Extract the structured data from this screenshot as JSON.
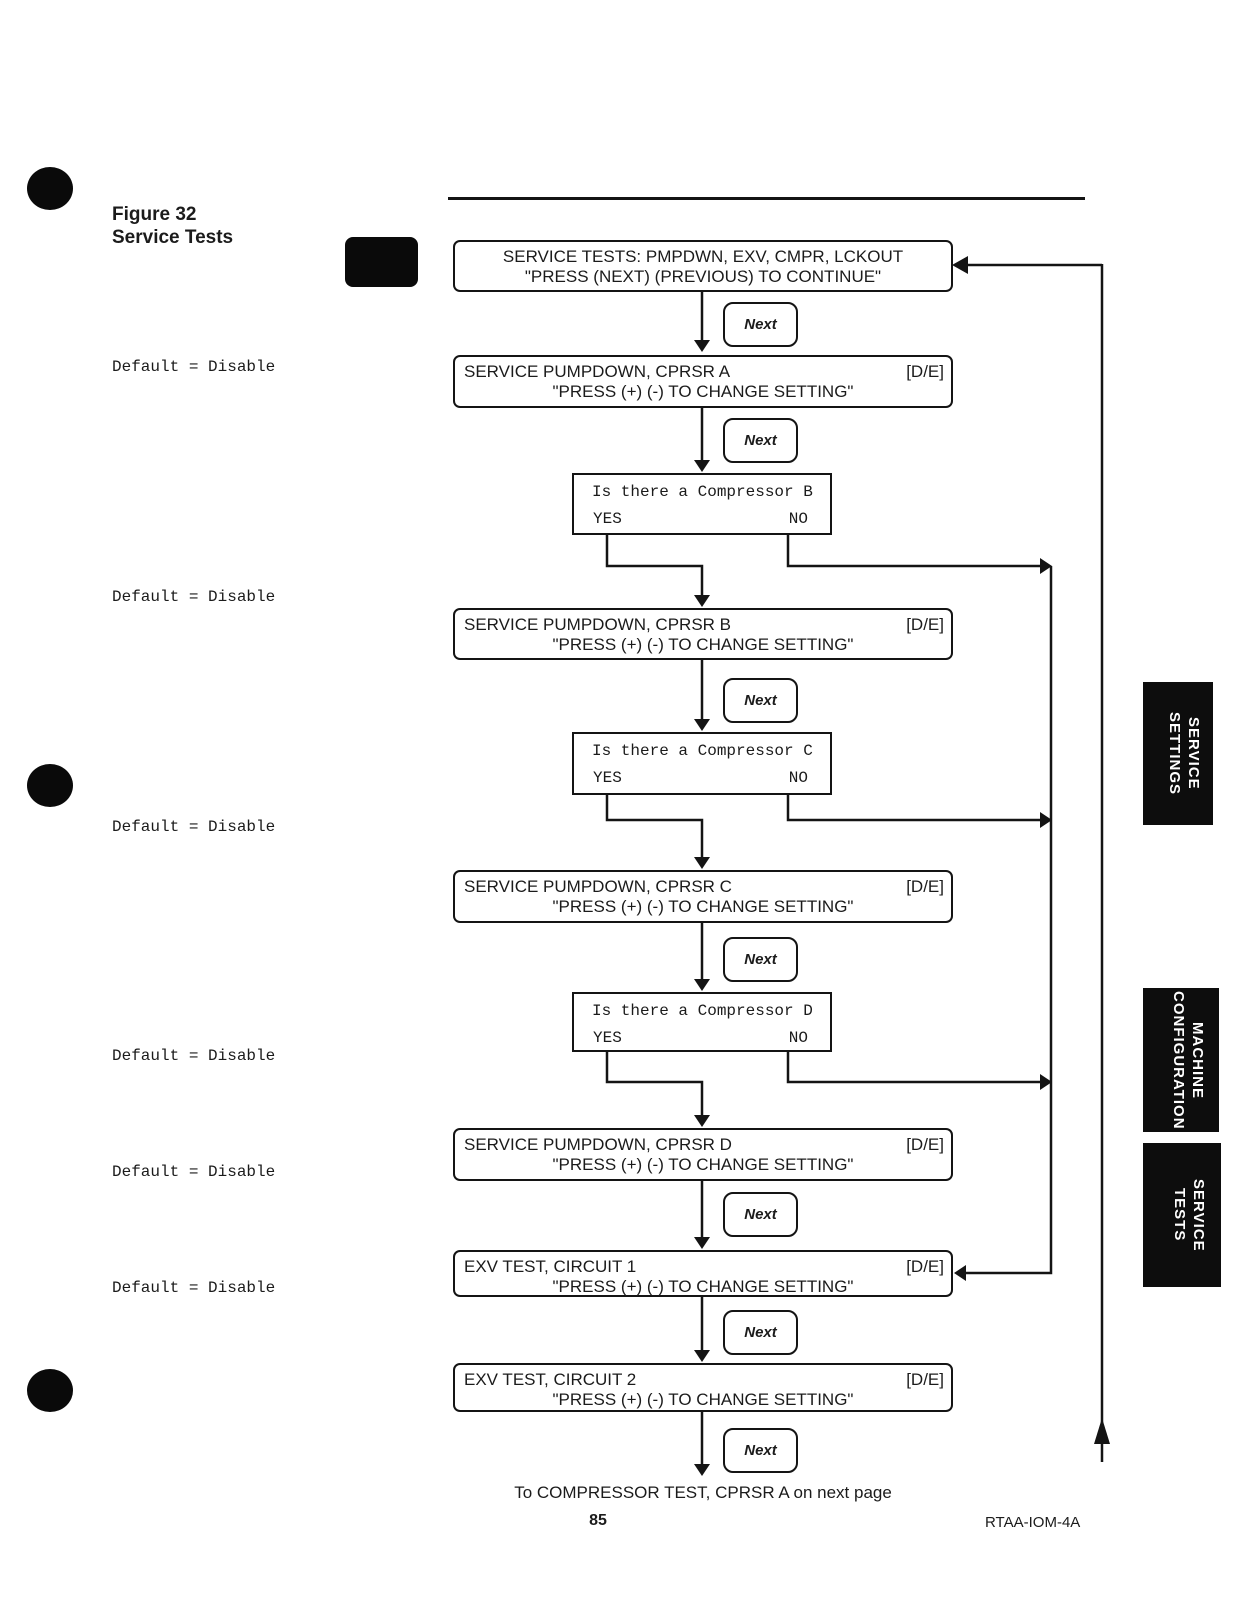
{
  "page": {
    "figure_label": "Figure 32",
    "figure_title": "Service Tests",
    "footer_note": "To COMPRESSOR TEST, CPRSR A on next page",
    "page_number": "85",
    "doc_code": "RTAA-IOM-4A"
  },
  "labels": {
    "default_disable": "Default = Disable",
    "next": "Next",
    "yes": "YES",
    "no": "NO",
    "de": "[D/E]"
  },
  "flow": {
    "start": {
      "line1": "SERVICE TESTS: PMPDWN, EXV, CMPR, LCKOUT",
      "line2": "\"PRESS (NEXT) (PREVIOUS) TO CONTINUE\""
    },
    "press_change": "\"PRESS (+) (-) TO CHANGE SETTING\"",
    "steps": [
      {
        "title": "SERVICE PUMPDOWN, CPRSR A"
      },
      {
        "title": "SERVICE PUMPDOWN, CPRSR B"
      },
      {
        "title": "SERVICE PUMPDOWN, CPRSR C"
      },
      {
        "title": "SERVICE PUMPDOWN, CPRSR D"
      },
      {
        "title": "EXV TEST, CIRCUIT 1"
      },
      {
        "title": "EXV TEST, CIRCUIT 2"
      }
    ],
    "decisions": [
      {
        "question": "Is there a Compressor B"
      },
      {
        "question": "Is there a Compressor C"
      },
      {
        "question": "Is there a Compressor D"
      }
    ]
  },
  "tabs": [
    {
      "line1": "SERVICE",
      "line2": "SETTINGS"
    },
    {
      "line1": "MACHINE",
      "line2": "CONFIGURATION"
    },
    {
      "line1": "SERVICE",
      "line2": "TESTS"
    }
  ]
}
